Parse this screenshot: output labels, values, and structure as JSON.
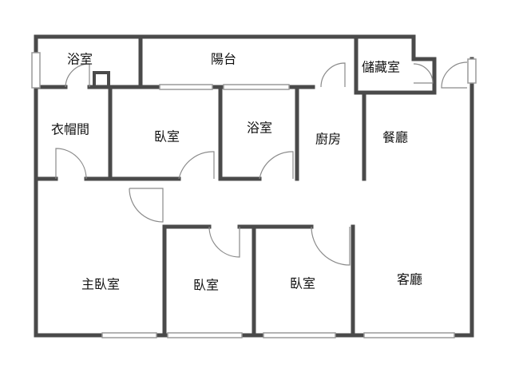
{
  "colors": {
    "wall": "#4a4a4a",
    "window": "#9a9a9a",
    "door": "#8a8a8a",
    "text": "#111111",
    "background": "#ffffff"
  },
  "rooms": {
    "bath_top_left": "浴室",
    "balcony": "陽台",
    "storage": "儲藏室",
    "walk_in_closet": "衣帽間",
    "bedroom_north": "臥室",
    "bath_center": "浴室",
    "kitchen": "廚房",
    "dining": "餐廳",
    "master_bedroom": "主臥室",
    "bedroom_south_a": "臥室",
    "bedroom_south_b": "臥室",
    "living_room": "客廳"
  }
}
